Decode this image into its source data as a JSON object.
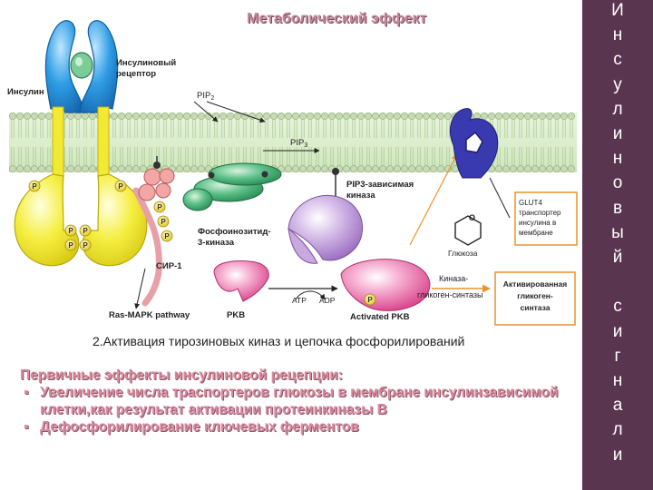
{
  "title": "Метаболический эффект",
  "side_letters": [
    "И",
    "н",
    "с",
    "у",
    "л",
    "и",
    "н",
    "о",
    "в",
    "ы",
    "й",
    "",
    "с",
    "и",
    "г",
    "н",
    "а",
    "л",
    "и"
  ],
  "labels": {
    "receptor_line1": "Инсулиновый",
    "receptor_line2": "рецептор",
    "insulin": "Инсулин",
    "pip2": "PIP",
    "pip2_sub": "2",
    "pip3": "PIP",
    "pip3_sub": "3",
    "pip3_kinase_line1": "PIP3-зависимая",
    "pip3_kinase_line2": "киназа",
    "pi3k_line1": "Фосфоинозитид-",
    "pi3k_line2": "3-киназа",
    "cip1": "СИР-1",
    "ras_mapk": "Ras-MAPK pathway",
    "pkb": "PKB",
    "atp": "ATP",
    "adp": "ADP",
    "activated_pkb": "Activated PKB",
    "gsk_line1": "Киназа-",
    "gsk_line2": "гликоген-синтазы",
    "active_gs_line1": "Активированная",
    "active_gs_line2": "гликоген-",
    "active_gs_line3": "синтаза",
    "glut4_line1": "GLUT4",
    "glut4_line2": "транспортер",
    "glut4_line3": "инсулина в",
    "glut4_line4": "мембране",
    "glucose": "Глюкоза",
    "glucose_o": "O",
    "phospho": "P"
  },
  "caption": "2.Активация тирозиновых киназ и цепочка фосфорилирований",
  "effects": {
    "heading": "Первичные эффекты инсулиновой рецепции:",
    "items": [
      "Увеличение числа траспортеров глюкозы в мембране инсулинзависимой клетки,как результат активации протеинкиназы В",
      "Дефосфорилирование ключевых ферментов"
    ]
  },
  "colors": {
    "side_panel": "#5a3550",
    "receptor_blue": "#1e8fd8",
    "receptor_yellow": "#f2ea32",
    "membrane": "#d7ecc8",
    "pi3k_green": "#3aa66a",
    "pip3k_purple": "#b48ad2",
    "pkb_pink": "#e0609a",
    "glut4_blue": "#3a3ab0",
    "box_orange": "#e8932a",
    "title_pink": "#c48a9f"
  }
}
